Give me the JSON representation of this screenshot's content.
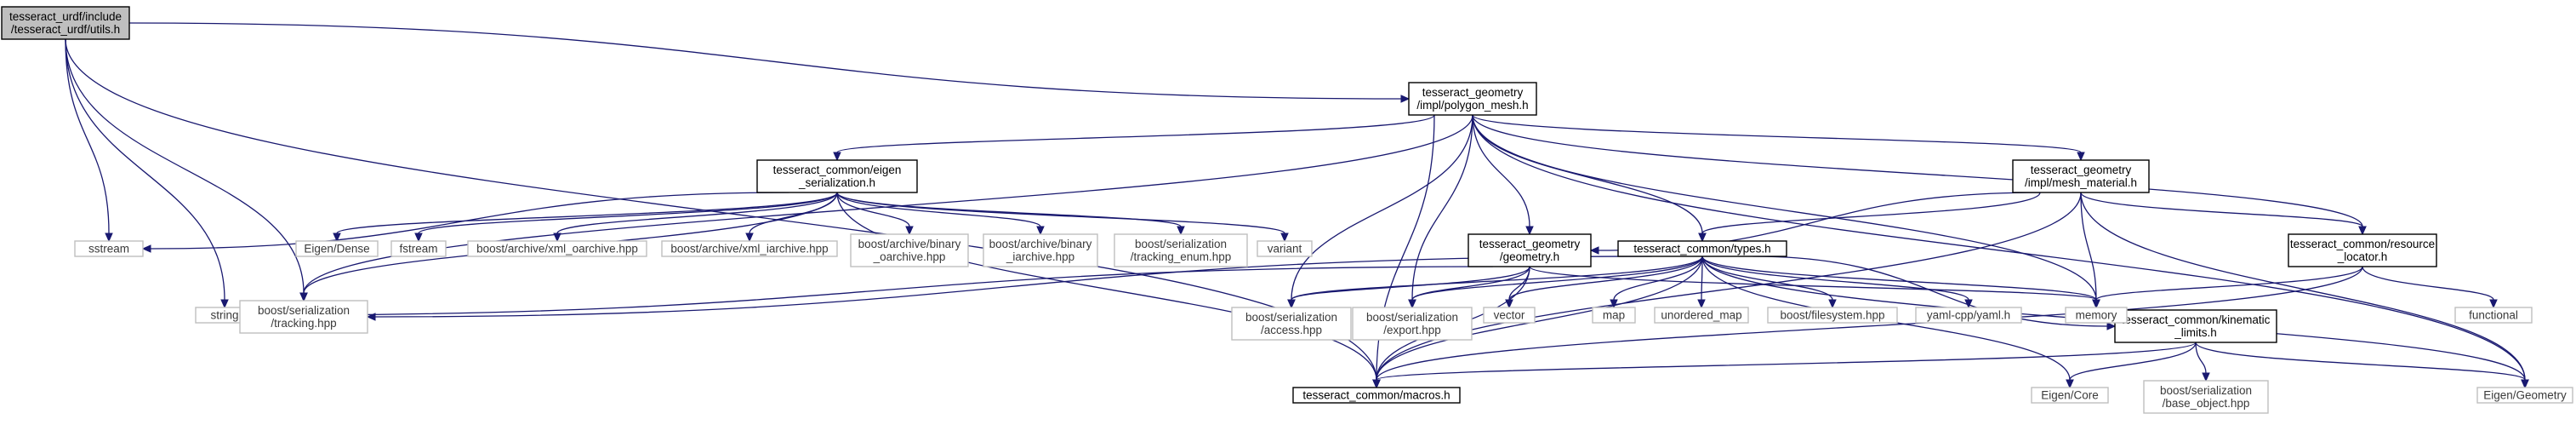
{
  "graph": {
    "nodes": {
      "utils": {
        "lines": [
          "tesseract_urdf/include",
          "/tesseract_urdf/utils.h"
        ],
        "kind": "root"
      },
      "polygon_mesh": {
        "lines": [
          "tesseract_geometry",
          "/impl/polygon_mesh.h"
        ],
        "kind": "local"
      },
      "eigen_serialization": {
        "lines": [
          "tesseract_common/eigen",
          "_serialization.h"
        ],
        "kind": "local"
      },
      "mesh_material": {
        "lines": [
          "tesseract_geometry",
          "/impl/mesh_material.h"
        ],
        "kind": "local"
      },
      "geometry": {
        "lines": [
          "tesseract_geometry",
          "/geometry.h"
        ],
        "kind": "local"
      },
      "types": {
        "lines": [
          "tesseract_common/types.h"
        ],
        "kind": "local"
      },
      "resource_locator": {
        "lines": [
          "tesseract_common/resource",
          "_locator.h"
        ],
        "kind": "local"
      },
      "kinematic_limits": {
        "lines": [
          "tesseract_common/kinematic",
          "_limits.h"
        ],
        "kind": "local"
      },
      "macros": {
        "lines": [
          "tesseract_common/macros.h"
        ],
        "kind": "local"
      },
      "sstream": {
        "lines": [
          "sstream"
        ],
        "kind": "ext"
      },
      "string": {
        "lines": [
          "string"
        ],
        "kind": "ext"
      },
      "tracking": {
        "lines": [
          "boost/serialization",
          "/tracking.hpp"
        ],
        "kind": "ext"
      },
      "eigen_dense": {
        "lines": [
          "Eigen/Dense"
        ],
        "kind": "ext"
      },
      "fstream": {
        "lines": [
          "fstream"
        ],
        "kind": "ext"
      },
      "xml_oarchive": {
        "lines": [
          "boost/archive/xml_oarchive.hpp"
        ],
        "kind": "ext"
      },
      "xml_iarchive": {
        "lines": [
          "boost/archive/xml_iarchive.hpp"
        ],
        "kind": "ext"
      },
      "binary_oarchive": {
        "lines": [
          "boost/archive/binary",
          "_oarchive.hpp"
        ],
        "kind": "ext"
      },
      "binary_iarchive": {
        "lines": [
          "boost/archive/binary",
          "_iarchive.hpp"
        ],
        "kind": "ext"
      },
      "tracking_enum": {
        "lines": [
          "boost/serialization",
          "/tracking_enum.hpp"
        ],
        "kind": "ext"
      },
      "variant": {
        "lines": [
          "variant"
        ],
        "kind": "ext"
      },
      "access": {
        "lines": [
          "boost/serialization",
          "/access.hpp"
        ],
        "kind": "ext"
      },
      "export": {
        "lines": [
          "boost/serialization",
          "/export.hpp"
        ],
        "kind": "ext"
      },
      "vector": {
        "lines": [
          "vector"
        ],
        "kind": "ext"
      },
      "map": {
        "lines": [
          "map"
        ],
        "kind": "ext"
      },
      "unordered_map": {
        "lines": [
          "unordered_map"
        ],
        "kind": "ext"
      },
      "filesystem": {
        "lines": [
          "boost/filesystem.hpp"
        ],
        "kind": "ext"
      },
      "yaml": {
        "lines": [
          "yaml-cpp/yaml.h"
        ],
        "kind": "ext"
      },
      "memory": {
        "lines": [
          "memory"
        ],
        "kind": "ext"
      },
      "functional": {
        "lines": [
          "functional"
        ],
        "kind": "ext"
      },
      "eigen_geometry": {
        "lines": [
          "Eigen/Geometry"
        ],
        "kind": "ext"
      },
      "eigen_core": {
        "lines": [
          "Eigen/Core"
        ],
        "kind": "ext"
      },
      "base_object": {
        "lines": [
          "boost/serialization",
          "/base_object.hpp"
        ],
        "kind": "ext"
      }
    },
    "edges": [
      [
        "utils",
        "polygon_mesh"
      ],
      [
        "utils",
        "sstream"
      ],
      [
        "utils",
        "string"
      ],
      [
        "utils",
        "tracking"
      ],
      [
        "utils",
        "macros"
      ],
      [
        "polygon_mesh",
        "eigen_serialization"
      ],
      [
        "polygon_mesh",
        "geometry"
      ],
      [
        "polygon_mesh",
        "types"
      ],
      [
        "polygon_mesh",
        "mesh_material"
      ],
      [
        "polygon_mesh",
        "resource_locator"
      ],
      [
        "polygon_mesh",
        "memory"
      ],
      [
        "polygon_mesh",
        "eigen_geometry"
      ],
      [
        "polygon_mesh",
        "access"
      ],
      [
        "polygon_mesh",
        "export"
      ],
      [
        "polygon_mesh",
        "tracking"
      ],
      [
        "polygon_mesh",
        "macros"
      ],
      [
        "eigen_serialization",
        "sstream"
      ],
      [
        "eigen_serialization",
        "tracking"
      ],
      [
        "eigen_serialization",
        "eigen_dense"
      ],
      [
        "eigen_serialization",
        "fstream"
      ],
      [
        "eigen_serialization",
        "xml_oarchive"
      ],
      [
        "eigen_serialization",
        "xml_iarchive"
      ],
      [
        "eigen_serialization",
        "binary_oarchive"
      ],
      [
        "eigen_serialization",
        "binary_iarchive"
      ],
      [
        "eigen_serialization",
        "tracking_enum"
      ],
      [
        "eigen_serialization",
        "variant"
      ],
      [
        "eigen_serialization",
        "macros"
      ],
      [
        "mesh_material",
        "geometry"
      ],
      [
        "mesh_material",
        "types"
      ],
      [
        "mesh_material",
        "resource_locator"
      ],
      [
        "mesh_material",
        "memory"
      ],
      [
        "mesh_material",
        "eigen_geometry"
      ],
      [
        "mesh_material",
        "macros"
      ],
      [
        "geometry",
        "string"
      ],
      [
        "geometry",
        "access"
      ],
      [
        "geometry",
        "export"
      ],
      [
        "geometry",
        "vector"
      ],
      [
        "geometry",
        "memory"
      ],
      [
        "geometry",
        "macros"
      ],
      [
        "types",
        "tracking"
      ],
      [
        "types",
        "access"
      ],
      [
        "types",
        "export"
      ],
      [
        "types",
        "vector"
      ],
      [
        "types",
        "map"
      ],
      [
        "types",
        "unordered_map"
      ],
      [
        "types",
        "filesystem"
      ],
      [
        "types",
        "yaml"
      ],
      [
        "types",
        "memory"
      ],
      [
        "types",
        "eigen_core"
      ],
      [
        "types",
        "eigen_geometry"
      ],
      [
        "types",
        "kinematic_limits"
      ],
      [
        "types",
        "macros"
      ],
      [
        "resource_locator",
        "memory"
      ],
      [
        "resource_locator",
        "functional"
      ],
      [
        "resource_locator",
        "macros"
      ],
      [
        "kinematic_limits",
        "eigen_core"
      ],
      [
        "kinematic_limits",
        "base_object"
      ],
      [
        "kinematic_limits",
        "eigen_geometry"
      ],
      [
        "kinematic_limits",
        "macros"
      ]
    ],
    "colors": {
      "edge": "#191970",
      "root_fill": "#bfbfbf",
      "local_border": "#000000",
      "ext_border": "#bfbfbf"
    }
  }
}
